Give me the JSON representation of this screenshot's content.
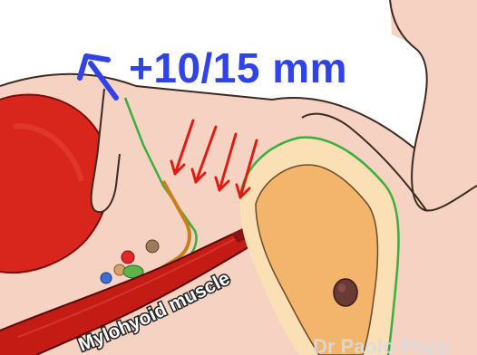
{
  "labels": {
    "movement": "+10/15 mm",
    "muscle": "Mylohyoid muscle",
    "watermark": "Dr Paolo Pozzi"
  },
  "colors": {
    "tongue": "#d9261c",
    "tongue_dark": "#a91510",
    "soft_tissue": "#f6d2c2",
    "mucosa": "#f2a7a1",
    "bone_cortex": "#fae0b4",
    "bone_marrow": "#f2b56b",
    "outline": "#3a2a20",
    "gingiva_line": "#3cae3c",
    "arrow_blue": "#2f43e6",
    "arrow_red": "#e01b12",
    "periosteum": "#c9801c",
    "nerve_canal": "#6a3a36"
  },
  "icons": [
    "blue-up-arrow-icon",
    "red-pressure-arrows-icon"
  ]
}
